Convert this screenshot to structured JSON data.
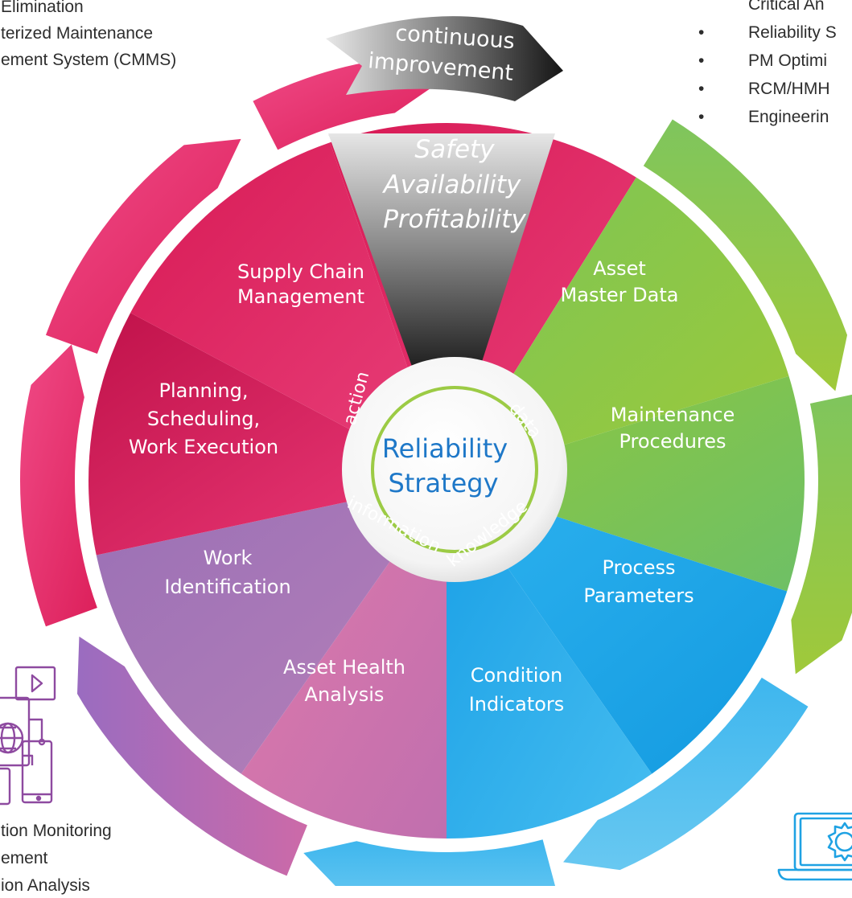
{
  "colors": {
    "red": "#e0245e",
    "green": "#8cc540",
    "blue": "#22a7e8",
    "purple": "#a470b4",
    "grey_dark": "#1f1f1f",
    "grey_light": "#cfcfcf",
    "hub_ring": "#9ccb45",
    "hub_text": "#1e78c8"
  },
  "top_left_list": [
    "Elimination",
    "terized Maintenance",
    "ement System (CMMS)"
  ],
  "top_right_list": [
    "Critical An",
    "Reliability S",
    "PM Optimi",
    "RCM/HMH",
    "Engineerin"
  ],
  "bottom_left_list": [
    "tion Monitoring",
    "ement",
    "ion Analysis"
  ],
  "banner": {
    "line1": "continuous",
    "line2": "improvement"
  },
  "wedge_top": {
    "line1": "Safety",
    "line2": "Availability",
    "line3": "Profitability"
  },
  "hub": {
    "line1": "Reliability",
    "line2": "Strategy",
    "words": {
      "action": "action",
      "data": "data",
      "knowledge": "knowledge",
      "information": "information"
    }
  },
  "segments": {
    "supply_chain": [
      "Supply Chain",
      "Management"
    ],
    "asset_master": [
      "Asset",
      "Master Data"
    ],
    "maintenance": [
      "Maintenance",
      "Procedures"
    ],
    "process": [
      "Process",
      "Parameters"
    ],
    "condition": [
      "Condition",
      "Indicators"
    ],
    "asset_health": [
      "Asset Health",
      "Analysis"
    ],
    "work_id": [
      "Work",
      "Identification"
    ],
    "planning": [
      "Planning,",
      "Scheduling,",
      "Work Execution"
    ]
  },
  "icons": {
    "left": "web-devices-icon",
    "right": "laptop-gear-icon"
  }
}
